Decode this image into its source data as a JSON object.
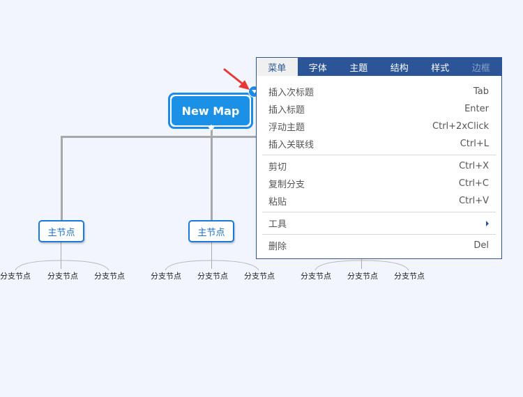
{
  "mindmap": {
    "root": {
      "label": "New Map"
    },
    "main_nodes": [
      {
        "label": "主节点",
        "children": [
          "分支节点",
          "分支节点",
          "分支节点"
        ]
      },
      {
        "label": "主节点",
        "children": [
          "分支节点",
          "分支节点",
          "分支节点"
        ]
      },
      {
        "label": "",
        "children": [
          "分支节点",
          "分支节点",
          "分支节点"
        ]
      }
    ]
  },
  "context_menu": {
    "tabs": [
      {
        "label": "菜单",
        "state": "active"
      },
      {
        "label": "字体",
        "state": "normal"
      },
      {
        "label": "主题",
        "state": "normal"
      },
      {
        "label": "结构",
        "state": "normal"
      },
      {
        "label": "样式",
        "state": "normal"
      },
      {
        "label": "边框",
        "state": "disabled"
      }
    ],
    "items": [
      {
        "label": "插入次标题",
        "shortcut": "Tab"
      },
      {
        "label": "插入标题",
        "shortcut": "Enter"
      },
      {
        "label": "浮动主题",
        "shortcut": "Ctrl+2xClick"
      },
      {
        "label": "插入关联线",
        "shortcut": "Ctrl+L"
      },
      {
        "label": "剪切",
        "shortcut": "Ctrl+X"
      },
      {
        "label": "复制分支",
        "shortcut": "Ctrl+C"
      },
      {
        "label": "粘贴",
        "shortcut": "Ctrl+V"
      },
      {
        "label": "工具",
        "shortcut": ""
      },
      {
        "label": "删除",
        "shortcut": "Del"
      }
    ]
  },
  "colors": {
    "accent": "#1a8ce8",
    "menu_header": "#2b5597",
    "background": "#f2f5fd",
    "annotation_arrow": "#e53935"
  }
}
